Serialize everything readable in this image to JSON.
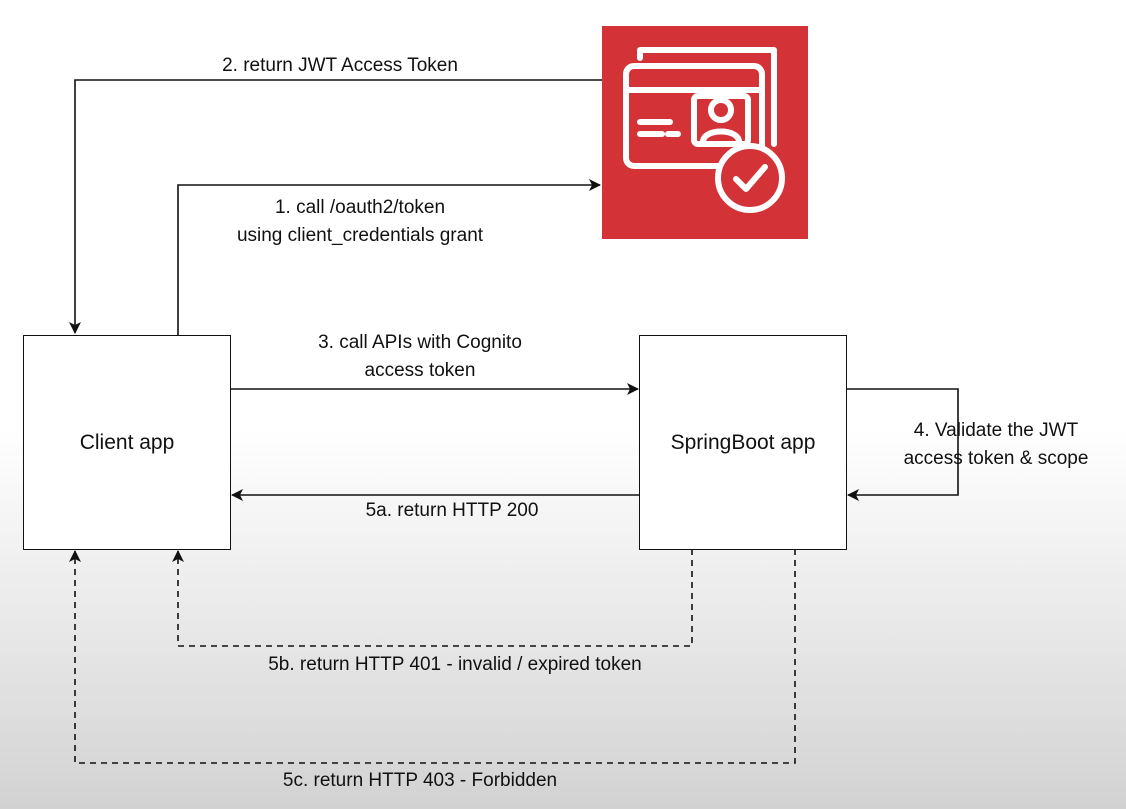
{
  "nodes": {
    "client": "Client app",
    "springboot": "SpringBoot app",
    "identity_service_icon": "cognito-user-pool-icon"
  },
  "edges": {
    "step1": [
      "1. call /oauth2/token",
      "using client_credentials grant"
    ],
    "step2": "2. return JWT Access Token",
    "step3": [
      "3. call APIs with Cognito",
      "access token"
    ],
    "step4": [
      "4. Validate the JWT",
      "access token & scope"
    ],
    "step5a": "5a. return HTTP 200",
    "step5b": "5b. return HTTP 401 - invalid / expired token",
    "step5c": "5c. return HTTP 403 - Forbidden"
  },
  "colors": {
    "icon_background": "#d33237",
    "icon_foreground": "#ffffff",
    "line": "#111111"
  }
}
